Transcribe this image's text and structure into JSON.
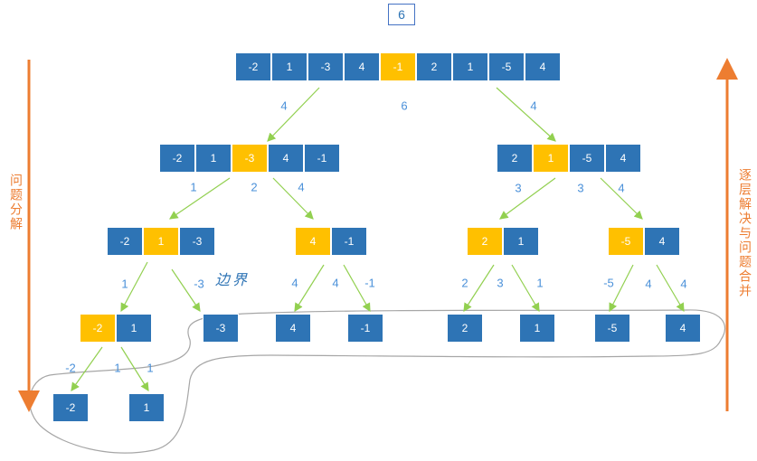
{
  "top_result": "6",
  "side_left": "问题分解",
  "side_right": "逐层解决与问题合并",
  "boundary_label": "边界",
  "arrays": {
    "root": [
      "-2",
      "1",
      "-3",
      "4",
      "-1",
      "2",
      "1",
      "-5",
      "4"
    ],
    "l1_left": [
      "-2",
      "1",
      "-3",
      "4",
      "-1"
    ],
    "l1_right": [
      "2",
      "1",
      "-5",
      "4"
    ],
    "l2_a": [
      "-2",
      "1",
      "-3"
    ],
    "l2_b": [
      "4",
      "-1"
    ],
    "l2_c": [
      "2",
      "1"
    ],
    "l2_d": [
      "-5",
      "4"
    ],
    "l3_a": [
      "-2",
      "1"
    ],
    "l3_b": [
      "-3"
    ],
    "l3_c": [
      "4"
    ],
    "l3_d": [
      "-1"
    ],
    "l3_e": [
      "2"
    ],
    "l3_f": [
      "1"
    ],
    "l3_g": [
      "-5"
    ],
    "l3_h": [
      "4"
    ],
    "l4_a": [
      "-2"
    ],
    "l4_b": [
      "1"
    ]
  },
  "edge_labels": {
    "root": [
      "4",
      "6",
      "4"
    ],
    "l1_left": [
      "1",
      "2",
      "4"
    ],
    "l1_right": [
      "3",
      "3",
      "4"
    ],
    "l2_a": [
      "1",
      "-3"
    ],
    "l2_b": [
      "4",
      "4",
      "-1"
    ],
    "l2_c": [
      "2",
      "3",
      "1"
    ],
    "l2_d": [
      "-5",
      "4",
      "4"
    ],
    "l3_a": [
      "-2",
      "1",
      "1"
    ]
  },
  "colors": {
    "cell": "#2e74b5",
    "highlight": "#ffc000",
    "arrow": "#92d050",
    "side_arrow": "#ed7d31",
    "label": "#4a90d9"
  }
}
